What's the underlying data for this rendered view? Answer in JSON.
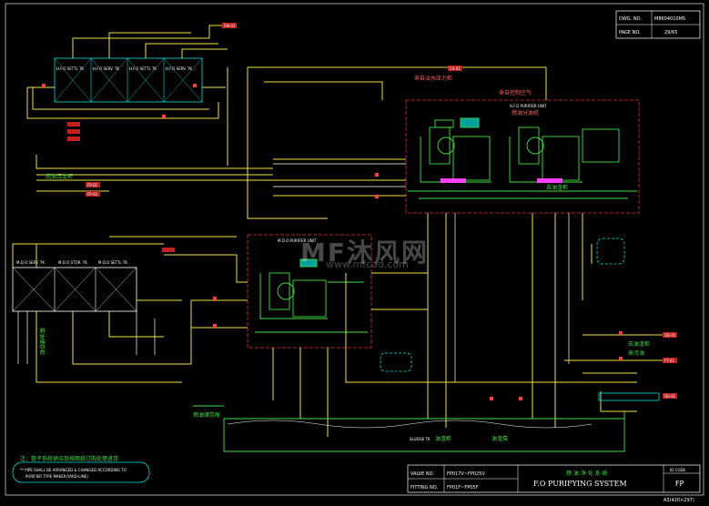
{
  "header": {
    "dwg_no_label": "DWG. NO.",
    "dwg_no_value": "M8604010MS",
    "page_no_label": "PAGE NO.",
    "page_no_value": "29/65"
  },
  "title_block": {
    "valve_no_label": "VALVE NO.",
    "valve_no_value": "FP017V~FP025V",
    "fitting_no_label": "FITTING NO.",
    "fitting_no_value": "FP01F~FP05F",
    "system_title_cn": "燃 油 净 化 系 统",
    "system_title_en": "F.O PURIFYING SYSTEM",
    "id_code_label": "ID CODE",
    "id_code_value": "FP",
    "scale_note": "A3(420×297)"
  },
  "units": {
    "hfo_unit": "H.F.O PURIFIER UNIT",
    "hfo_unit_cn": "燃油分油机",
    "mdo_unit": "M.D.O PURIFIER UNIT"
  },
  "labels": {
    "fresh_water_cn": "来自淡水压力柜",
    "control_air_cn": "来自控制空气",
    "drain_pump_cn": "去油渣柜",
    "sludge_tank_cn": "油渣柜",
    "tank_left_cn": "燃油储存舱",
    "tank_left_cn_2": "柴油储存柜",
    "sludge_label": "SLUDGE TK",
    "left_top_cn": "燃油沉淀柜",
    "right_cn_1": "去油渣柜",
    "right_cn_2": "来污油",
    "bottom_left_cn": "油渣泵"
  },
  "notes": {
    "note_cn": "注：管子系统供应商按图纸订购处理进货",
    "note_en_1": "** PIPE SHALL BE ARRANGED & CHANGED ACCORDING TO",
    "note_en_2": "PURIFIER TYPE MAKER(YARD-LINE)"
  },
  "tags": {
    "tk_settling_1": "H.F.O SETTL TK",
    "tk_settling_2": "H.F.O SERV. TK",
    "tk_settling_3": "H.F.O SETTL TK",
    "tk_settling_4": "H.F.O SERV. TK",
    "tk_mdo_1": "M.D.O SERV. TK",
    "tk_mdo_2": "M.D.O STOR. TK",
    "tk_mdo_3": "M.D.O SETTL TK",
    "conn_fw": "FW-01",
    "conn_ca": "CA-01",
    "conn_fp1": "FP-01",
    "conn_fp2": "FP-02",
    "conn_sd": "SD-01",
    "conn_ft": "FT-01",
    "conn_os": "OS-01"
  },
  "watermark": {
    "brand": "MF沐风网",
    "url": "www.mfcad.com"
  }
}
